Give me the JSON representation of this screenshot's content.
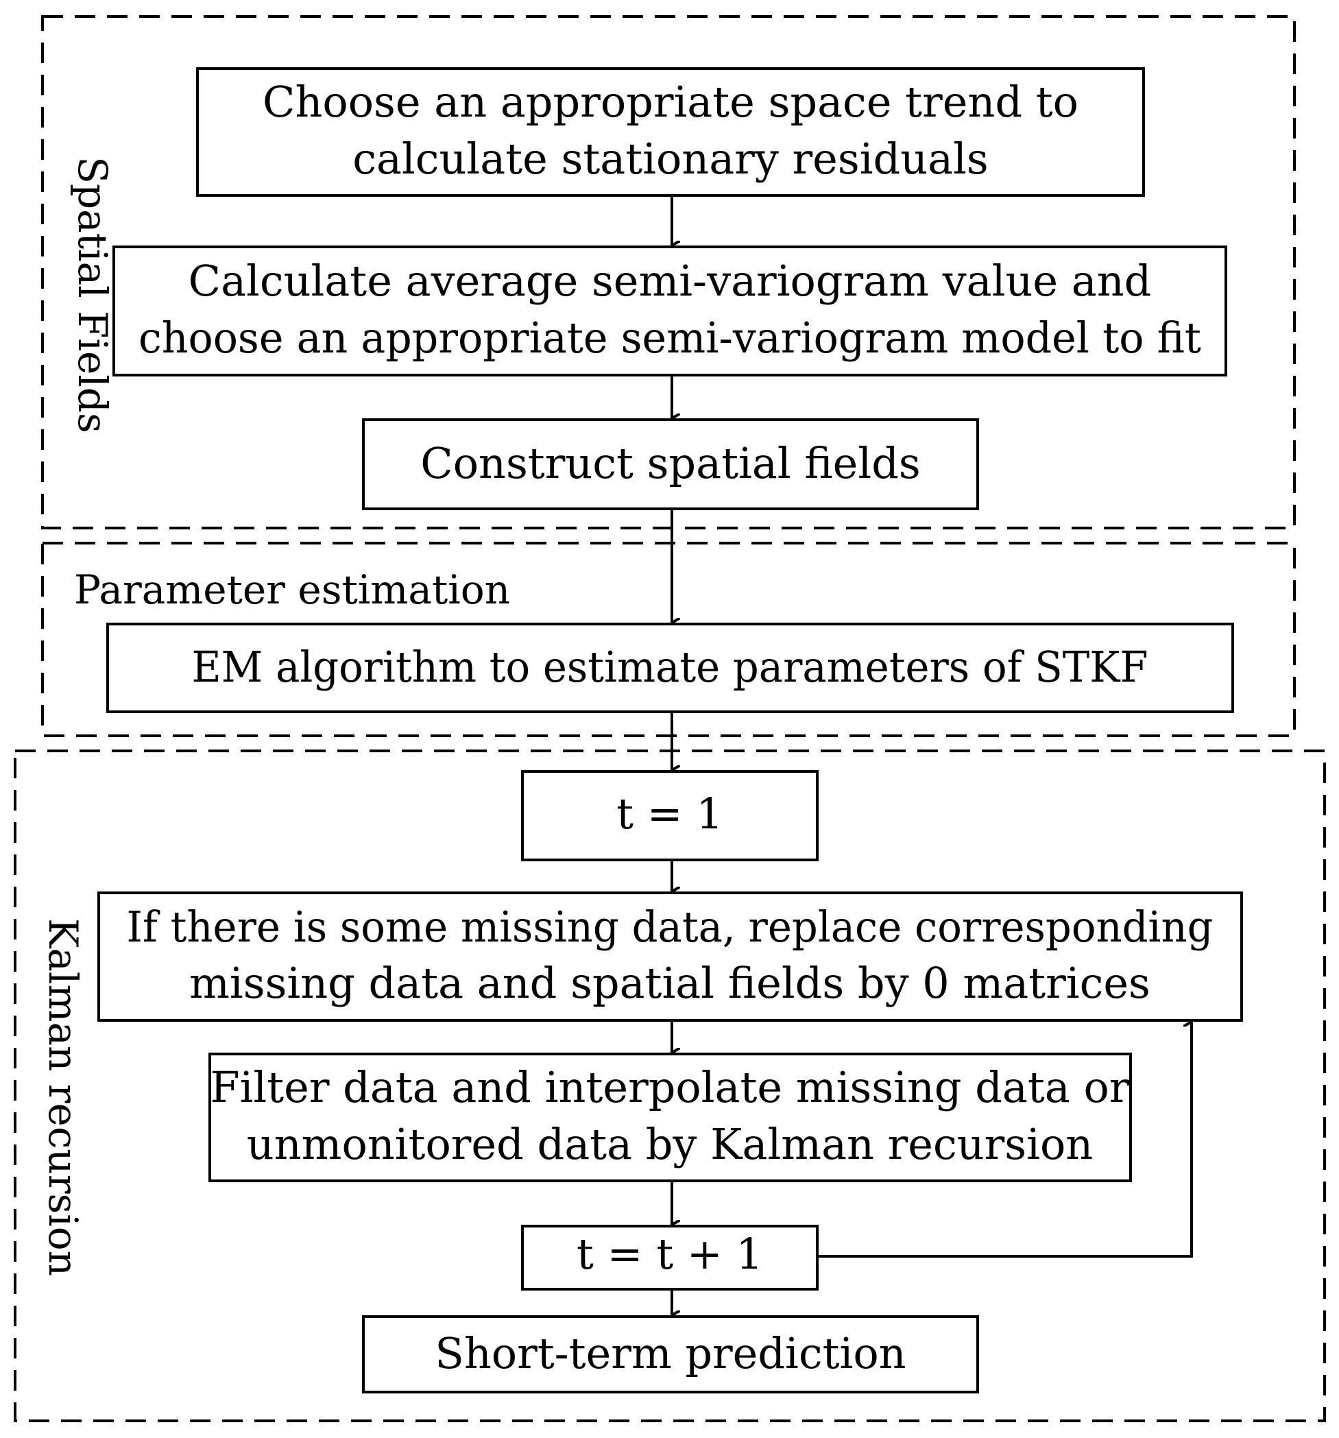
{
  "regions": {
    "spatial_fields": "Spatial  Fields",
    "parameter_estimation": "Parameter estimation",
    "kalman_recursion": "Kalman recursion"
  },
  "steps": {
    "space_trend": [
      "Choose an appropriate space trend to",
      "calculate stationary residuals"
    ],
    "semi_variogram": [
      "Calculate average semi-variogram value and",
      "choose an appropriate semi-variogram model to fit"
    ],
    "construct_fields": "Construct spatial fields",
    "em_algorithm": "EM algorithm to estimate parameters of STKF",
    "t_init": "t = 1",
    "missing_data": [
      "If there is some missing data, replace corresponding",
      "missing data and spatial fields by 0 matrices"
    ],
    "filter_interpolate": [
      "Filter data and interpolate missing data or",
      "unmonitored data by Kalman recursion"
    ],
    "t_increment": "t = t + 1",
    "prediction": "Short-term prediction"
  }
}
